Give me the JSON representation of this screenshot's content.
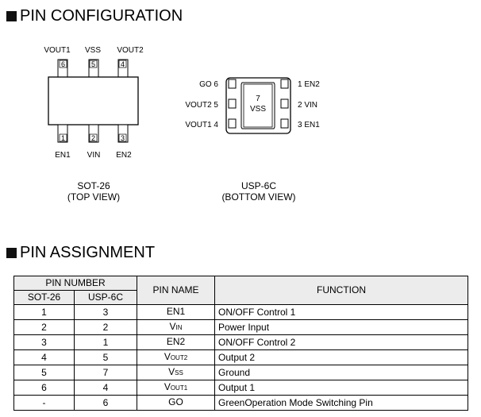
{
  "sections": {
    "pin_configuration_title": "PIN CONFIGURATION",
    "pin_assignment_title": "PIN ASSIGNMENT"
  },
  "sot26": {
    "top_labels": [
      "VOUT1",
      "VSS",
      "VOUT2"
    ],
    "top_pins": [
      "6",
      "5",
      "4"
    ],
    "bottom_pins": [
      "1",
      "2",
      "3"
    ],
    "bottom_labels": [
      "EN1",
      "VIN",
      "EN2"
    ],
    "name": "SOT-26",
    "view": "(TOP VIEW)"
  },
  "usp6c": {
    "left_labels": [
      "GO 6",
      "VOUT2 5",
      "VOUT1 4"
    ],
    "right_labels": [
      "1 EN2",
      "2 VIN",
      "3 EN1"
    ],
    "center_number": "7",
    "center_label": "VSS",
    "name": "USP-6C",
    "view": "(BOTTOM VIEW)"
  },
  "table": {
    "header_pin_number": "PIN NUMBER",
    "header_sot26": "SOT-26",
    "header_usp6c": "USP-6C",
    "header_pin_name": "PIN NAME",
    "header_function": "FUNCTION",
    "rows": [
      {
        "sot26": "1",
        "usp6c": "3",
        "name": "EN1",
        "name_sub": "",
        "function": "ON/OFF Control 1"
      },
      {
        "sot26": "2",
        "usp6c": "2",
        "name": "V",
        "name_sub": "IN",
        "function": "Power Input"
      },
      {
        "sot26": "3",
        "usp6c": "1",
        "name": "EN2",
        "name_sub": "",
        "function": "ON/OFF Control 2"
      },
      {
        "sot26": "4",
        "usp6c": "5",
        "name": "V",
        "name_sub": "OUT2",
        "function": "Output 2"
      },
      {
        "sot26": "5",
        "usp6c": "7",
        "name": "V",
        "name_sub": "SS",
        "function": "Ground"
      },
      {
        "sot26": "6",
        "usp6c": "4",
        "name": "V",
        "name_sub": "OUT1",
        "function": "Output 1"
      },
      {
        "sot26": "-",
        "usp6c": "6",
        "name": "GO",
        "name_sub": "",
        "function": "GreenOperation Mode Switching Pin"
      }
    ]
  }
}
